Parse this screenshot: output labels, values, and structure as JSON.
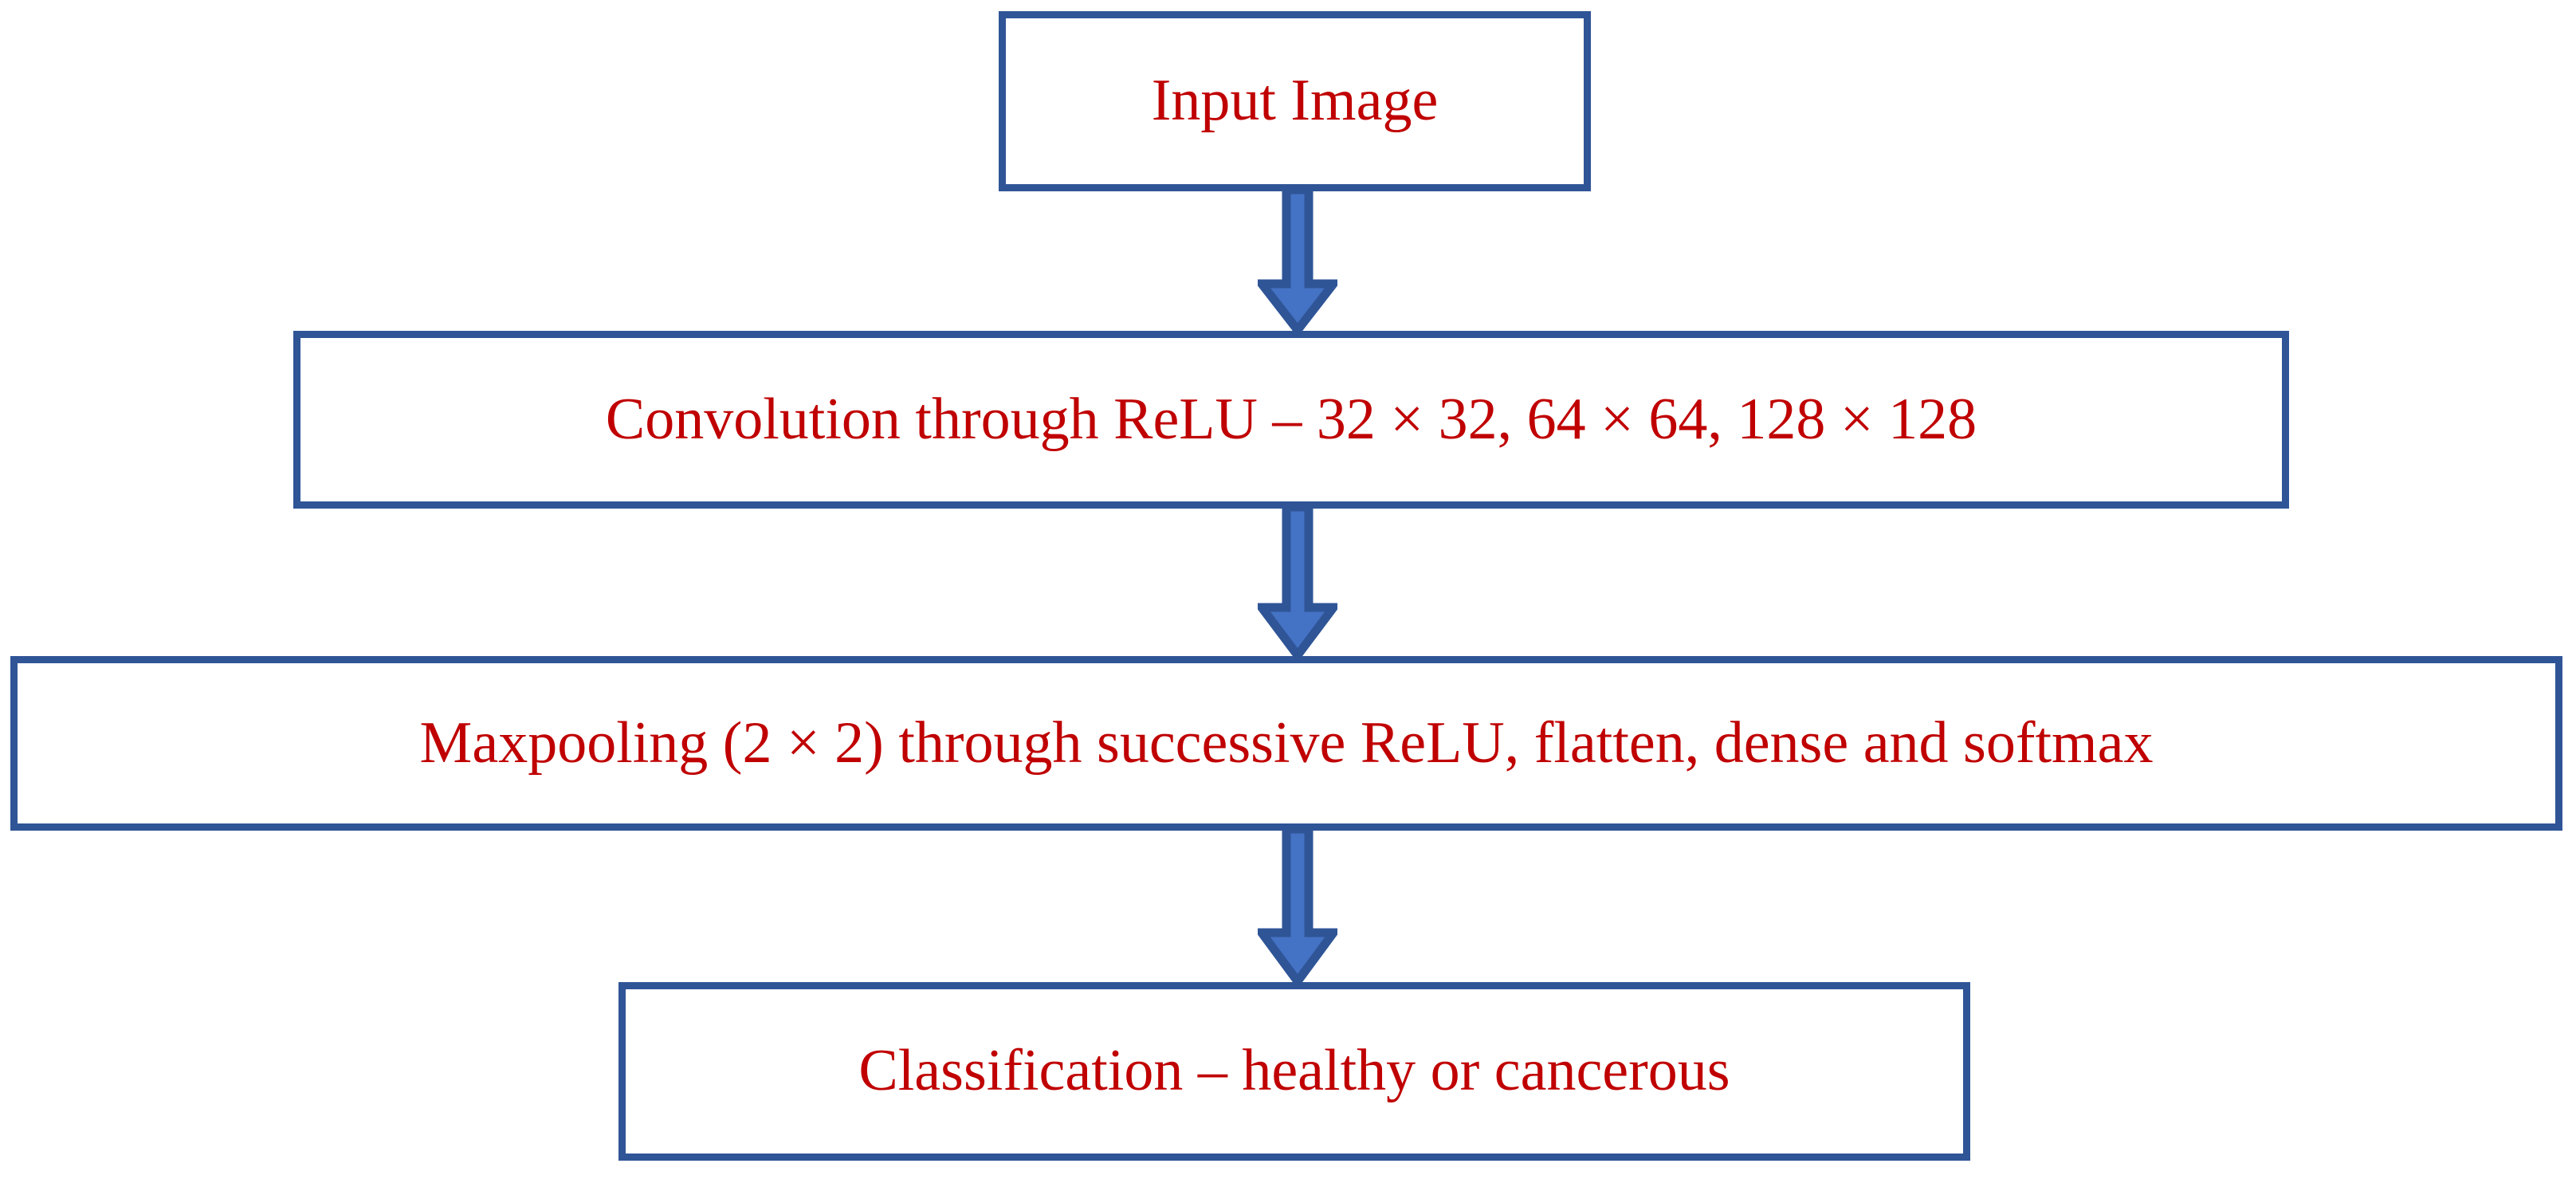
{
  "diagram": {
    "title": "CNN classification pipeline flowchart",
    "type": "flowchart",
    "orientation": "top-to-bottom",
    "colors": {
      "box_border": "#2F5597",
      "text": "#C00000",
      "arrow_fill": "#4472C4",
      "arrow_outline": "#2F5597",
      "background": "#FFFFFF"
    },
    "nodes": [
      {
        "id": "input-image",
        "label": "Input Image"
      },
      {
        "id": "convolution",
        "label": "Convolution through ReLU – 32 × 32, 64 × 64, 128 × 128"
      },
      {
        "id": "maxpooling",
        "label": "Maxpooling (2 × 2) through successive ReLU, flatten, dense and softmax"
      },
      {
        "id": "classification",
        "label": "Classification – healthy or cancerous"
      }
    ],
    "connectors": [
      {
        "id": "arrow-1",
        "from": "input-image",
        "to": "convolution",
        "shape": "down-block-arrow"
      },
      {
        "id": "arrow-2",
        "from": "convolution",
        "to": "maxpooling",
        "shape": "down-block-arrow"
      },
      {
        "id": "arrow-3",
        "from": "maxpooling",
        "to": "classification",
        "shape": "down-block-arrow"
      }
    ]
  }
}
